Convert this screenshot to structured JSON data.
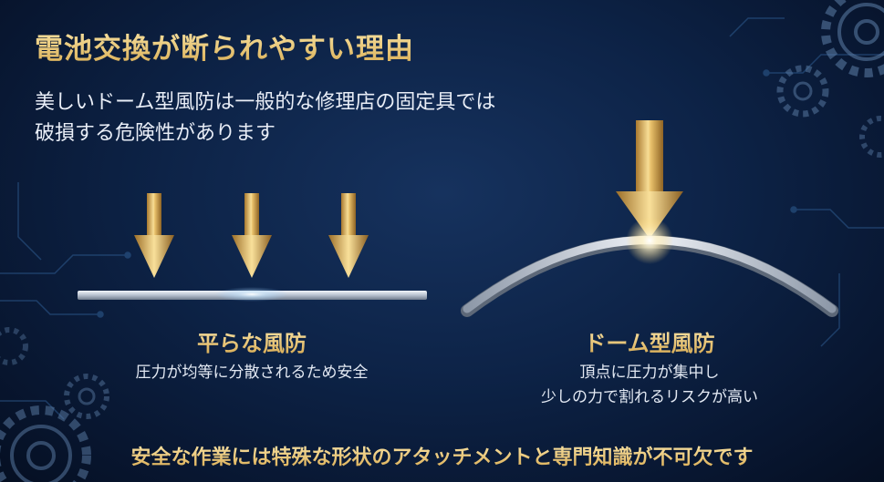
{
  "title": "電池交換が断られやすい理由",
  "intro": {
    "line1": "美しいドーム型風防は一般的な修理店の固定具では",
    "line2": "破損する危険性があります"
  },
  "flat": {
    "title": "平らな風防",
    "desc": "圧力が均等に分散されるため安全"
  },
  "dome": {
    "title": "ドーム型風防",
    "desc_line1": "頂点に圧力が集中し",
    "desc_line2": "少しの力で割れるリスクが高い"
  },
  "footer": "安全な作業には特殊な形状のアタッチメントと専門知識が不可欠です",
  "colors": {
    "background": "#0d2347",
    "gold": "#e0b45c",
    "glass": "#c9d2df"
  },
  "icons": [
    "down-arrow-icon",
    "gear-icon",
    "circuit-lines"
  ]
}
